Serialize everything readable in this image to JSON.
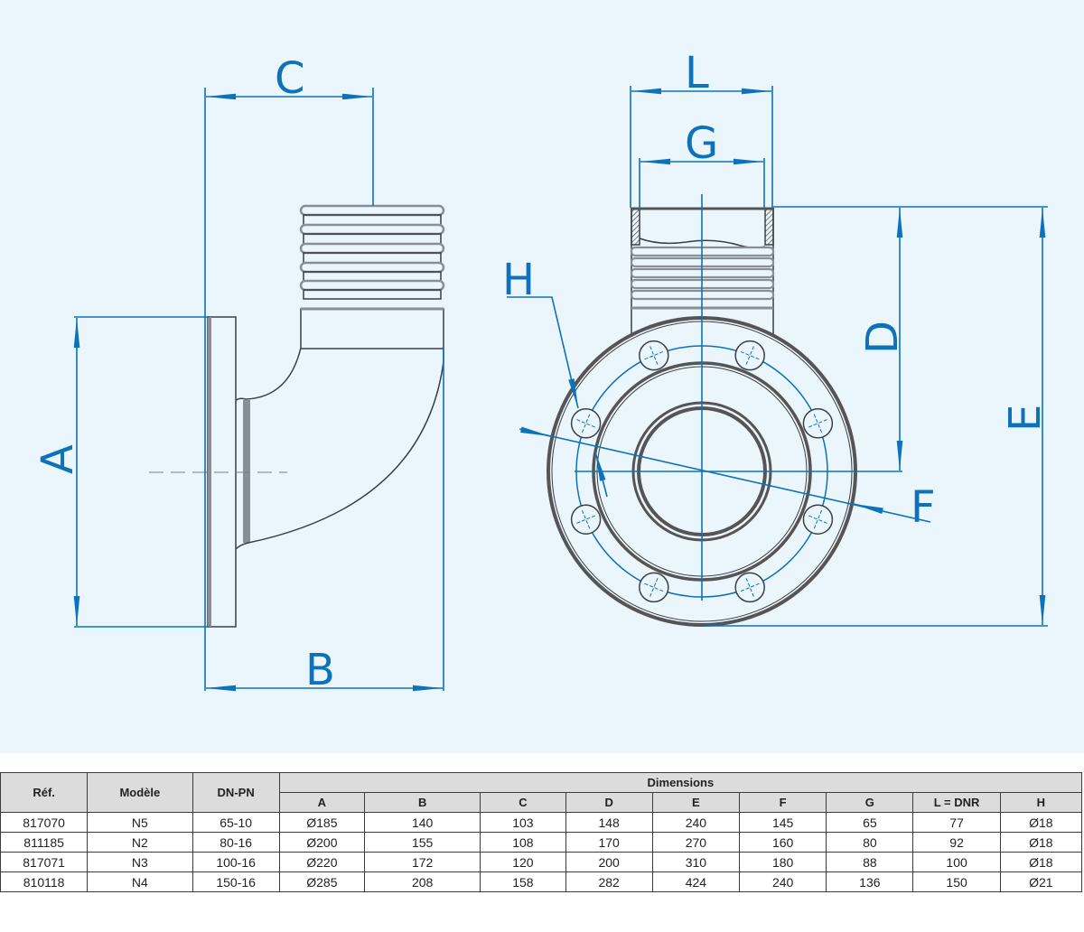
{
  "drawing": {
    "labels": {
      "A": "A",
      "B": "B",
      "C": "C",
      "D": "D",
      "E": "E",
      "F": "F",
      "G": "G",
      "H": "H",
      "L": "L"
    },
    "colors": {
      "background": "#eaf6fc",
      "dimension": "#0d72b9",
      "outline": "#3a3f44",
      "outline_shade": "#8a8f95"
    }
  },
  "table": {
    "headers": {
      "ref": "Réf.",
      "model": "Modèle",
      "dnpn": "DN-PN",
      "dimensions": "Dimensions",
      "dims": [
        "A",
        "B",
        "C",
        "D",
        "E",
        "F",
        "G",
        "L = DNR",
        "H"
      ]
    },
    "rows": [
      {
        "ref": "817070",
        "model": "N5",
        "dnpn": "65-10",
        "A": "Ø185",
        "B": "140",
        "C": "103",
        "D": "148",
        "E": "240",
        "F": "145",
        "G": "65",
        "L": "77",
        "H": "Ø18"
      },
      {
        "ref": "811185",
        "model": "N2",
        "dnpn": "80-16",
        "A": "Ø200",
        "B": "155",
        "C": "108",
        "D": "170",
        "E": "270",
        "F": "160",
        "G": "80",
        "L": "92",
        "H": "Ø18"
      },
      {
        "ref": "817071",
        "model": "N3",
        "dnpn": "100-16",
        "A": "Ø220",
        "B": "172",
        "C": "120",
        "D": "200",
        "E": "310",
        "F": "180",
        "G": "88",
        "L": "100",
        "H": "Ø18"
      },
      {
        "ref": "810118",
        "model": "N4",
        "dnpn": "150-16",
        "A": "Ø285",
        "B": "208",
        "C": "158",
        "D": "282",
        "E": "424",
        "F": "240",
        "G": "136",
        "L": "150",
        "H": "Ø21"
      }
    ]
  }
}
